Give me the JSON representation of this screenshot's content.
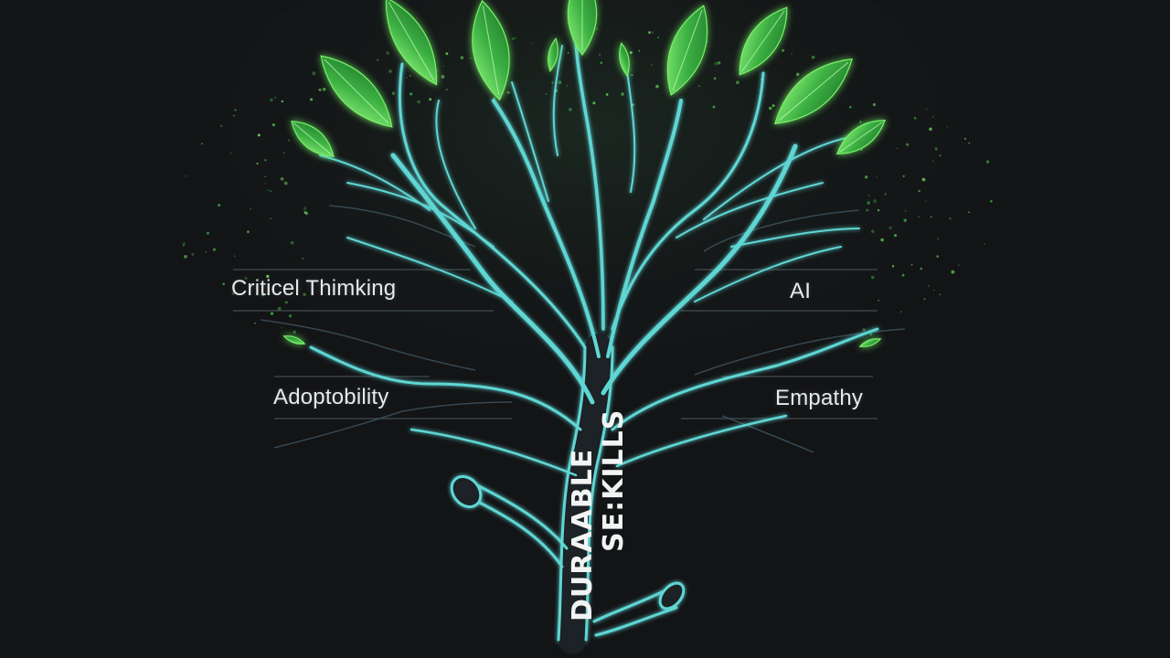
{
  "labels": {
    "critical_thinking": "Criticel Thimking",
    "adaptability": "Adoptobility",
    "ai": "AI",
    "empathy": "Empathy"
  },
  "trunk": {
    "line1": "DURAABLE",
    "line2": "SE:KILLS"
  },
  "colors": {
    "background": "#131416",
    "branch": "#5fd6d4",
    "leaf": "#3cb043",
    "leaf_glow": "#7cf06a",
    "label": "#e6eaec"
  }
}
